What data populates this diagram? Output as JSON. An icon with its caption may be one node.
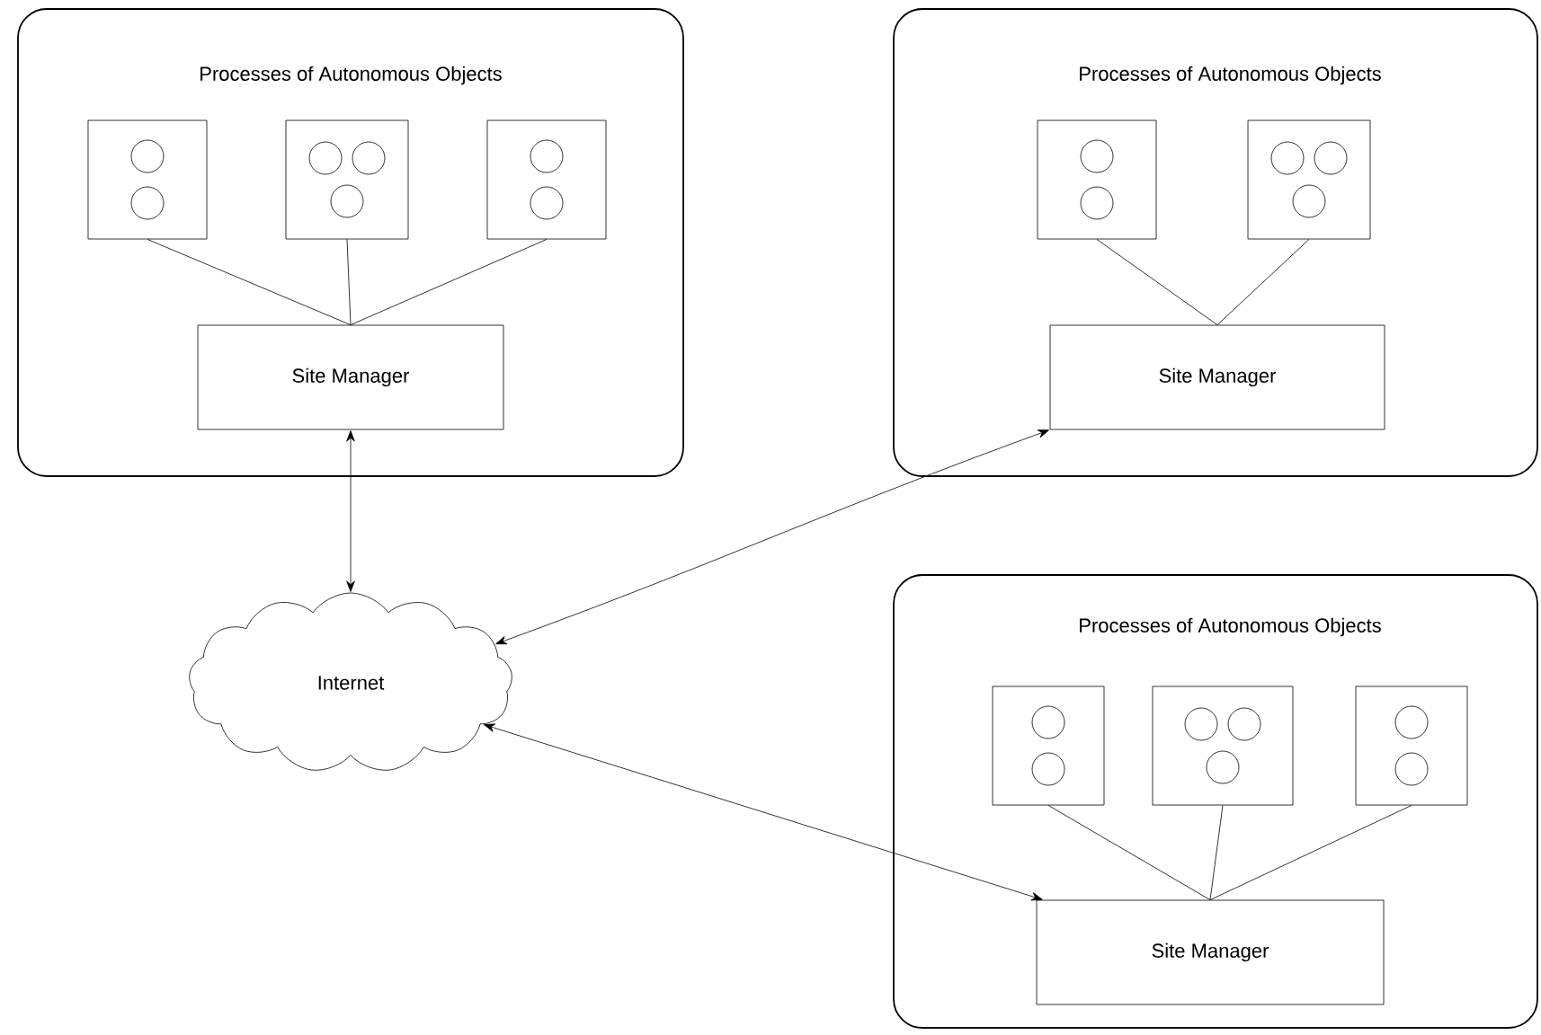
{
  "diagram": {
    "nodes": [
      {
        "text": [
          "Processes of Autonomous Objects"
        ]
      },
      {
        "text": [],
        "shape": "box",
        "in": 0
      },
      {
        "text": [],
        "shape": "circle",
        "in": 1
      },
      {
        "text": [],
        "shape": "circle",
        "in": 1
      },
      {
        "text": [],
        "shape": "box",
        "in": 0
      },
      {
        "text": [],
        "shape": "circle",
        "in": 4
      },
      {
        "text": [],
        "shape": "circle",
        "in": 4
      },
      {
        "text": [],
        "shape": "circle",
        "in": 4
      },
      {
        "text": [],
        "shape": "box",
        "in": 0
      },
      {
        "text": [],
        "shape": "circle",
        "in": 8
      },
      {
        "text": [],
        "shape": "circle",
        "in": 8
      },
      {
        "text": [
          "Site Manager"
        ],
        "in": 0
      },
      {
        "text": [
          "Processes of Autonomous Objects"
        ]
      },
      {
        "text": [],
        "shape": "box",
        "in": 12
      },
      {
        "text": [],
        "shape": "circle",
        "in": 13
      },
      {
        "text": [],
        "shape": "circle",
        "in": 13
      },
      {
        "text": [],
        "shape": "box",
        "in": 12
      },
      {
        "text": [],
        "shape": "circle",
        "in": 16
      },
      {
        "text": [],
        "shape": "circle",
        "in": 16
      },
      {
        "text": [],
        "shape": "circle",
        "in": 16
      },
      {
        "text": [
          "Site Manager"
        ],
        "in": 12
      },
      {
        "text": [
          "Processes of Autonomous Objects"
        ]
      },
      {
        "text": [],
        "shape": "box",
        "in": 21
      },
      {
        "text": [],
        "shape": "circle",
        "in": 22
      },
      {
        "text": [],
        "shape": "circle",
        "in": 22
      },
      {
        "text": [],
        "shape": "box",
        "in": 21
      },
      {
        "text": [],
        "shape": "circle",
        "in": 25
      },
      {
        "text": [],
        "shape": "circle",
        "in": 25
      },
      {
        "text": [],
        "shape": "circle",
        "in": 25
      },
      {
        "text": [],
        "shape": "box",
        "in": 21
      },
      {
        "text": [],
        "shape": "circle",
        "in": 29
      },
      {
        "text": [],
        "shape": "circle",
        "in": 29
      },
      {
        "text": [
          "Site Manager"
        ],
        "in": 21
      },
      {
        "text": [
          "Internet"
        ]
      }
    ],
    "edges": [
      {
        "from": 1,
        "to": 11,
        "arrow": "none"
      },
      {
        "from": 4,
        "to": 11,
        "arrow": "none"
      },
      {
        "from": 8,
        "to": 11,
        "arrow": "none"
      },
      {
        "from": 13,
        "to": 20,
        "arrow": "none"
      },
      {
        "from": 16,
        "to": 20,
        "arrow": "none"
      },
      {
        "from": 22,
        "to": 32,
        "arrow": "none"
      },
      {
        "from": 25,
        "to": 32,
        "arrow": "none"
      },
      {
        "from": 29,
        "to": 32,
        "arrow": "none"
      },
      {
        "from": 11,
        "to": 33,
        "arrow": "both"
      },
      {
        "from": 20,
        "to": 33,
        "arrow": "both"
      },
      {
        "from": 33,
        "to": 32,
        "arrow": "both"
      }
    ]
  }
}
